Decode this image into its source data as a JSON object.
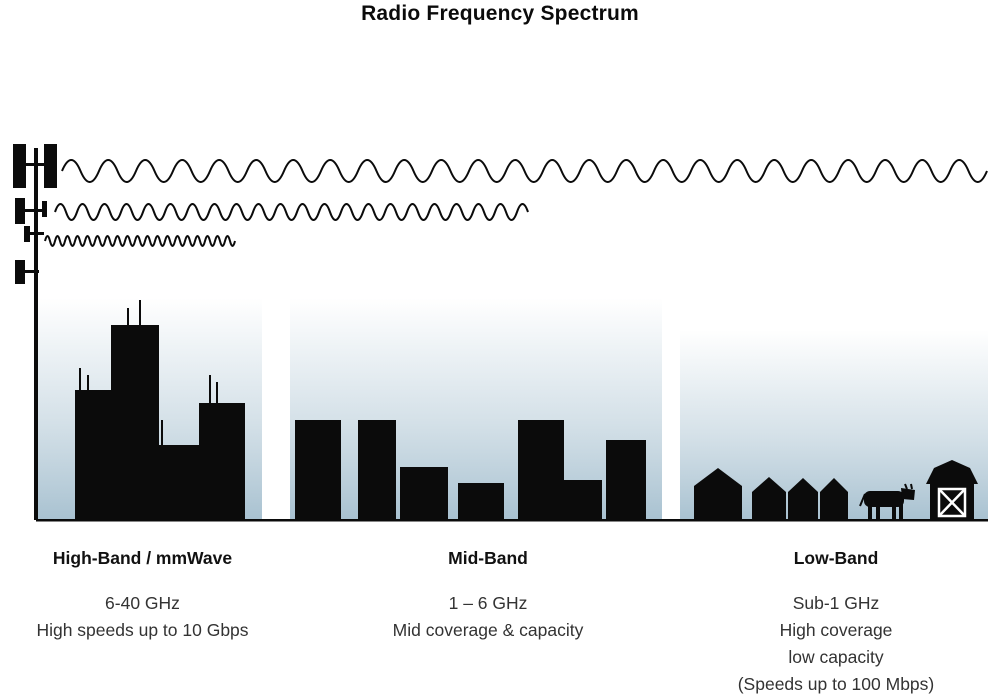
{
  "title": "Radio Frequency Spectrum",
  "colors": {
    "ink": "#0b0b0b",
    "secondary_text": "#333333",
    "sky_gradient_bottom": "#b3c9d6",
    "sky_gradient_top": "#ffffff"
  },
  "icons": {
    "tower": "cell-tower-icon",
    "wave_long": "low-frequency-wave-icon",
    "wave_medium": "mid-frequency-wave-icon",
    "wave_short": "high-frequency-wave-icon",
    "high_band_scene": "city-skyline-icon",
    "mid_band_scene": "town-skyline-icon",
    "low_band_scene": "farm-scene-icon",
    "cow": "cow-icon",
    "barn": "barn-icon",
    "house": "house-icon"
  },
  "bands": [
    {
      "id": "high-band",
      "name": "High-Band / mmWave",
      "frequency": "6-40 GHz",
      "details": [
        "High speeds up to 10 Gbps"
      ]
    },
    {
      "id": "mid-band",
      "name": "Mid-Band",
      "frequency": "1 – 6 GHz",
      "details": [
        "Mid coverage & capacity"
      ]
    },
    {
      "id": "low-band",
      "name": "Low-Band",
      "frequency": "Sub-1 GHz",
      "details": [
        "High coverage",
        "low capacity",
        "(Speeds up to 100 Mbps)"
      ]
    }
  ]
}
